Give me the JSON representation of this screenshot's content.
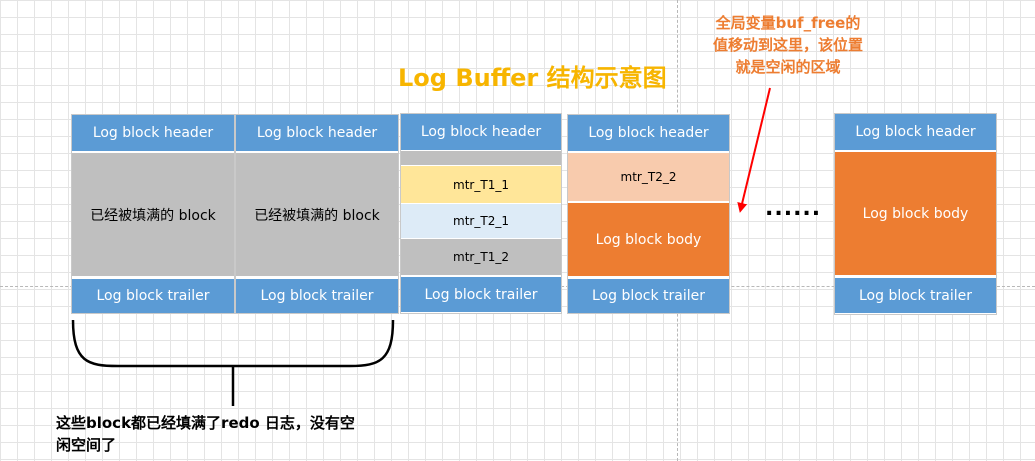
{
  "title": "Log Buffer 结构示意图",
  "note": {
    "line1": "全局变量buf_free的",
    "line2": "值移动到这里，该位置",
    "line3": "就是空闲的区域"
  },
  "blocks": [
    {
      "header": "Log block header",
      "body": "已经被填满的 block",
      "trailer": "Log block trailer"
    },
    {
      "header": "Log block header",
      "body": "已经被填满的 block",
      "trailer": "Log block trailer"
    },
    {
      "header": "Log block header",
      "mtr1": "mtr_T1_1",
      "mtr2": "mtr_T2_1",
      "mtr3": "mtr_T1_2",
      "trailer": "Log block trailer"
    },
    {
      "header": "Log block header",
      "mtr": "mtr_T2_2",
      "body": "Log block body",
      "trailer": "Log block trailer"
    },
    {
      "header": "Log block header",
      "body": "Log block body",
      "trailer": "Log block trailer"
    }
  ],
  "ellipsis": "......",
  "caption": {
    "line1": "这些block都已经填满了redo 日志，没有空",
    "line2": "闲空间了"
  },
  "colors": {
    "header": "#5b9bd5",
    "filled": "#bfbfbf",
    "orange": "#ed7d31",
    "title": "#f7b500",
    "arrow": "#ff0000"
  }
}
